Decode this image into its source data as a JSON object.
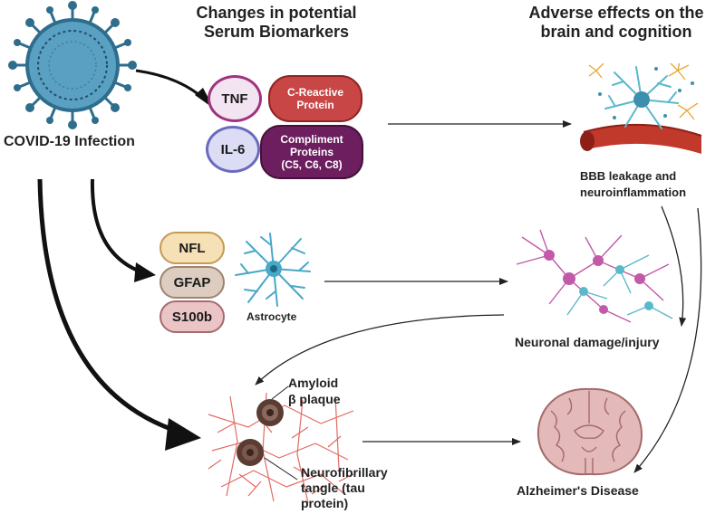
{
  "headings": {
    "biomarkers_line1": "Changes in potential",
    "biomarkers_line2": "Serum Biomarkers",
    "adverse_line1": "Adverse effects on the",
    "adverse_line2": "brain and cognition"
  },
  "covid_label": "COVID-19 Infection",
  "serum_markers": {
    "tnf": "TNF",
    "il6": "IL-6",
    "crp_line1": "C-Reactive",
    "crp_line2": "Protein",
    "compliment_line1": "Compliment",
    "compliment_line2": "Proteins",
    "compliment_line3": "(C5, C6, C8)"
  },
  "glial_markers": {
    "nfl": "NFL",
    "gfap": "GFAP",
    "s100b": "S100b",
    "astrocyte": "Astrocyte"
  },
  "outcomes": {
    "bbb_line1": "BBB leakage and",
    "bbb_line2": "neuroinflammation",
    "neuronal": "Neuronal damage/injury",
    "amyloid_line1": "Amyloid",
    "amyloid_line2": "β plaque",
    "tangle_line1": "Neurofibrillary",
    "tangle_line2": "tangle (tau",
    "tangle_line3": "protein)",
    "alzheimers": "Alzheimer's Disease"
  },
  "colors": {
    "virus_body": "#5aa0c2",
    "virus_spike": "#2e6d8c",
    "tnf_fill": "#f3e4f1",
    "tnf_border": "#a0337f",
    "il6_fill": "#dcdcf4",
    "il6_border": "#6a6abf",
    "crp": "#c84646",
    "compliment": "#6d1e5f",
    "nfl": "#f6e0b5",
    "gfap": "#dccdc0",
    "s100b": "#ebc4c6",
    "astrocyte": "#49a8c8",
    "neuron_pink": "#c25aa8",
    "neuron_blue": "#5ab8cc",
    "tangle": "#e36a63",
    "brain": "#e3b9b9"
  }
}
